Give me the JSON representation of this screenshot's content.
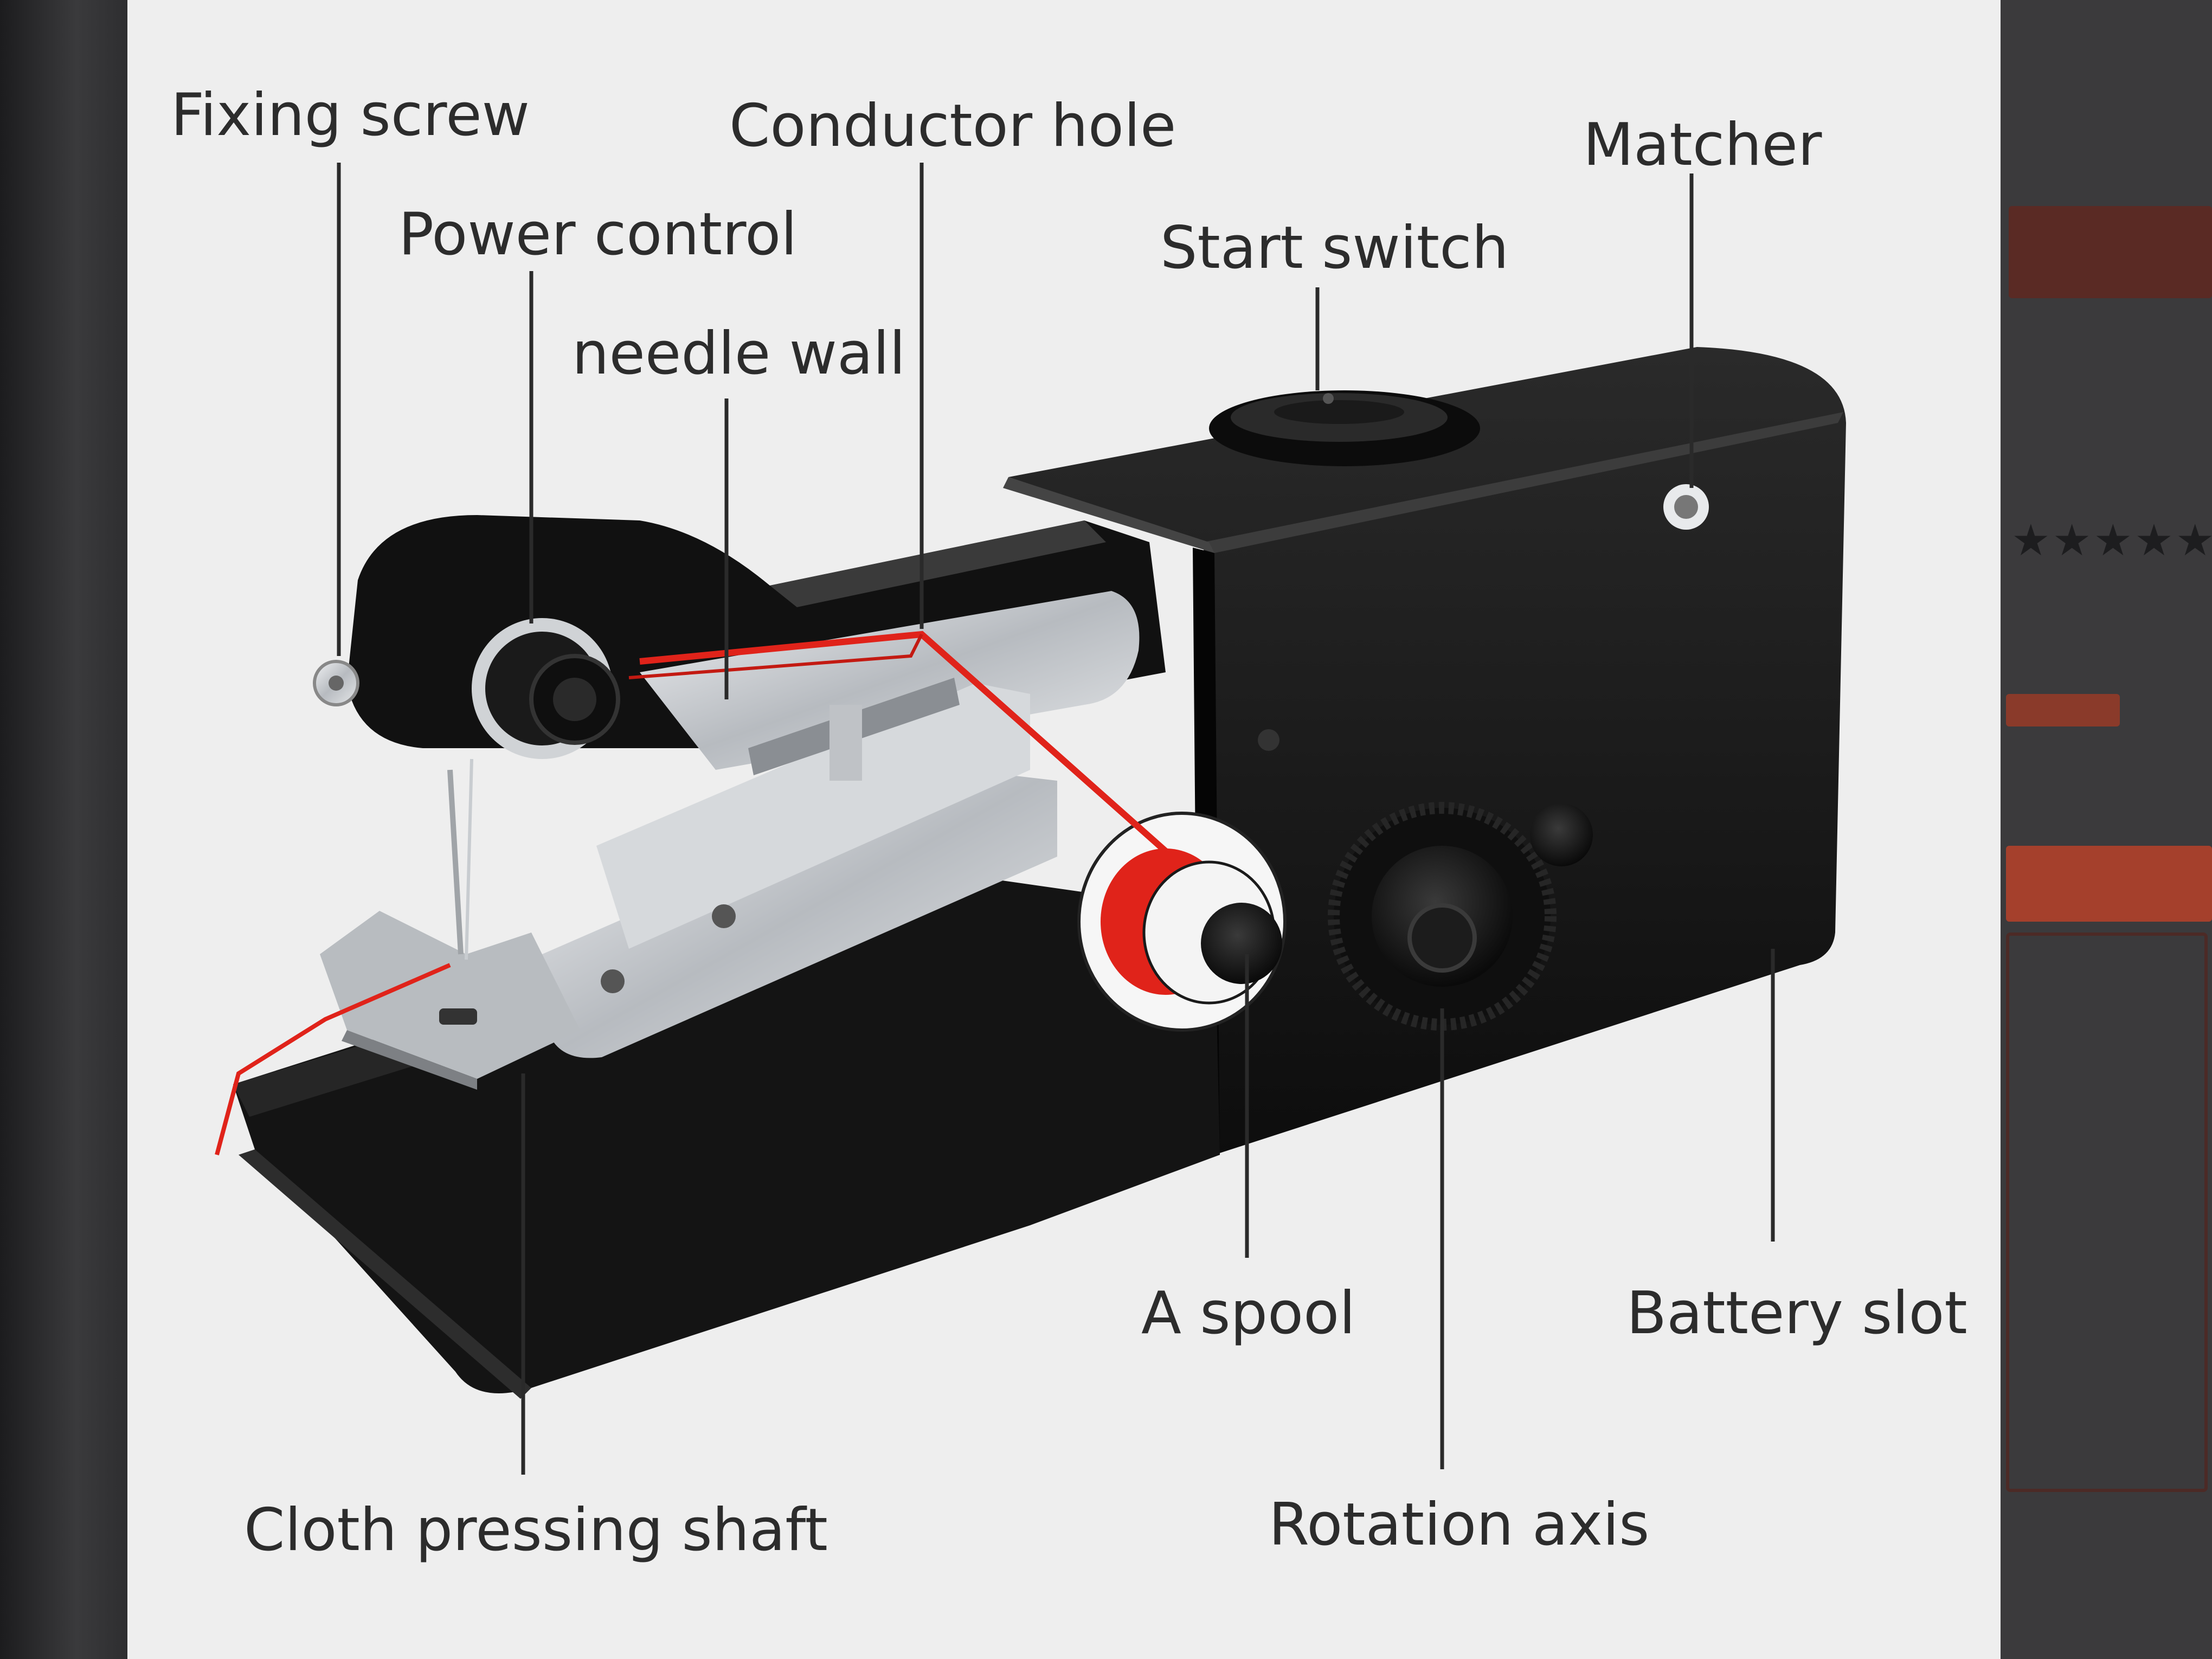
{
  "labels": {
    "fixing_screw": "Fixing screw",
    "power_control": "Power control",
    "needle_wall": "needle wall",
    "conductor_hole": "Conductor hole",
    "start_switch": "Start switch",
    "matcher": "Matcher",
    "a_spool": "A spool",
    "battery_slot": "Battery slot",
    "cloth_pressing_shaft": "Cloth pressing shaft",
    "rotation_axis": "Rotation axis"
  },
  "colors": {
    "panel_background": "#eeeeee",
    "device_body": "#151515",
    "thread_red": "#e0231a",
    "metal": "#c9ccd0",
    "label_text": "#2c2c2c"
  }
}
